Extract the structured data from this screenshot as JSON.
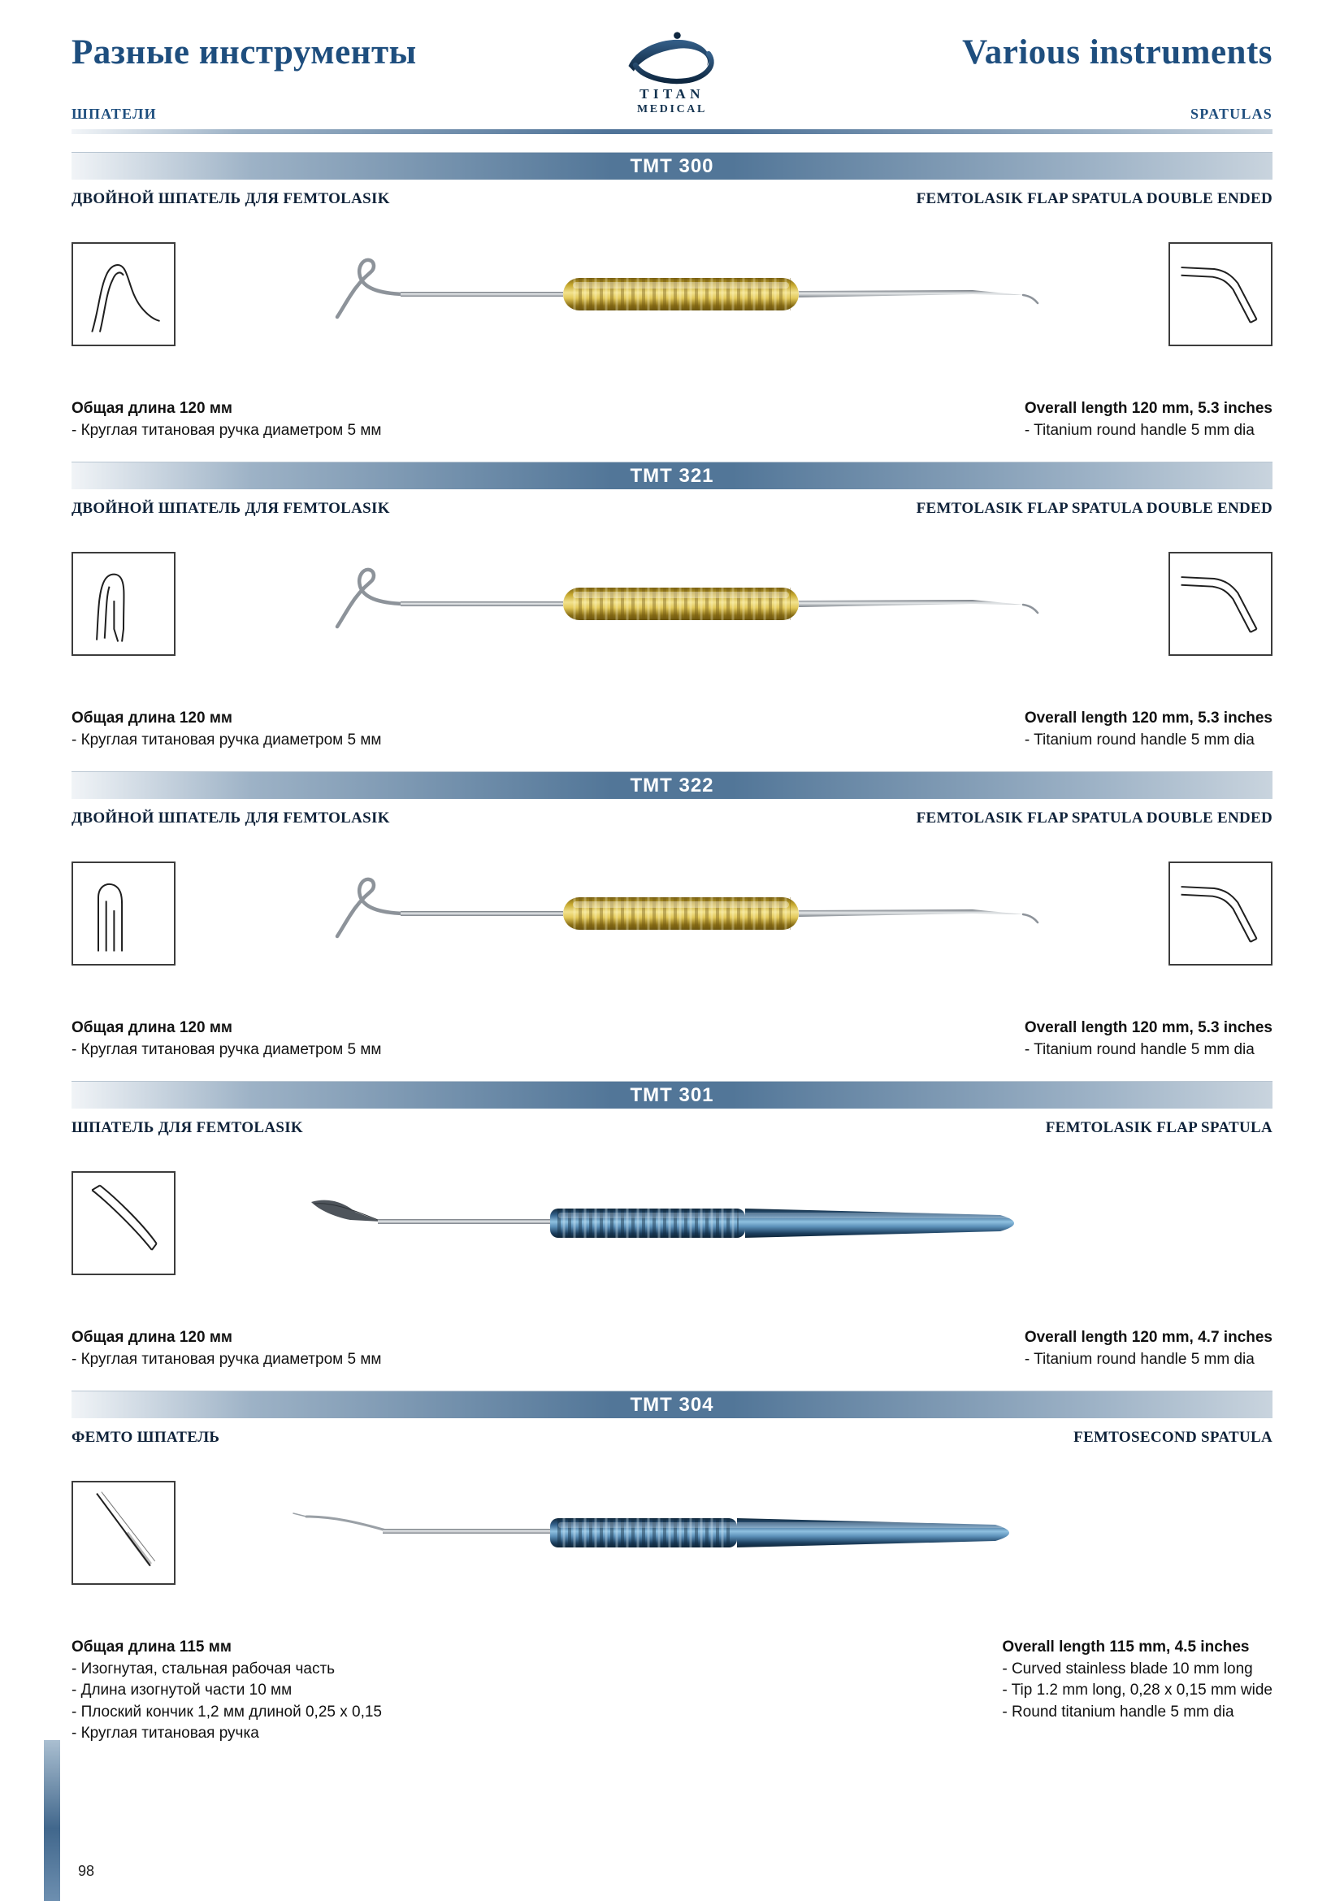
{
  "page": {
    "title_ru": "Разные инструменты",
    "title_en": "Various instruments",
    "subtitle_ru": "ШПАТЕЛИ",
    "subtitle_en": "SPATULAS",
    "page_number": "98",
    "logo": {
      "brand_line1": "TITAN",
      "brand_line2": "MEDICAL"
    }
  },
  "colors": {
    "accent_navy": "#1e4e7e",
    "banner_center": "#527698",
    "gold_handle": "#d9bd4e",
    "titanium_blue_handle": "#3a6d96"
  },
  "products": [
    {
      "code": "TMT 300",
      "name_ru": "ДВОЙНОЙ ШПАТЕЛЬ ДЛЯ FEMTOLASIK",
      "name_en": "FEMTOLASIK FLAP SPATULA DOUBLE ENDED",
      "instrument_style": "gold-ribbed-double-ended",
      "specs_ru": {
        "headline": "Общая длина 120 мм",
        "lines": [
          "- Круглая  титановая ручка диаметром 5 мм"
        ]
      },
      "specs_en": {
        "headline": "Overall length 120 mm, 5.3 inches",
        "lines": [
          "- Titanium round handle 5 mm dia"
        ]
      }
    },
    {
      "code": "TMT 321",
      "name_ru": "ДВОЙНОЙ ШПАТЕЛЬ ДЛЯ FEMTOLASIK",
      "name_en": "FEMTOLASIK FLAP SPATULA DOUBLE ENDED",
      "instrument_style": "gold-ribbed-double-ended",
      "specs_ru": {
        "headline": "Общая длина 120 мм",
        "lines": [
          "- Круглая  титановая ручка диаметром 5 мм"
        ]
      },
      "specs_en": {
        "headline": "Overall length 120 mm, 5.3 inches",
        "lines": [
          "- Titanium round handle 5 mm dia"
        ]
      }
    },
    {
      "code": "TMT 322",
      "name_ru": "ДВОЙНОЙ ШПАТЕЛЬ ДЛЯ FEMTOLASIK",
      "name_en": "FEMTOLASIK FLAP SPATULA DOUBLE ENDED",
      "instrument_style": "gold-ribbed-double-ended",
      "specs_ru": {
        "headline": "Общая длина 120 мм",
        "lines": [
          "- Круглая  титановая ручка диаметром 5 мм"
        ]
      },
      "specs_en": {
        "headline": "Overall length 120 mm, 5.3 inches",
        "lines": [
          "- Titanium round handle 5 mm dia"
        ]
      }
    },
    {
      "code": "TMT 301",
      "name_ru": "ШПАТЕЛЬ ДЛЯ FEMTOLASIK",
      "name_en": "FEMTOLASIK FLAP SPATULA",
      "instrument_style": "titanium-blue-single-ended",
      "specs_ru": {
        "headline": "Общая длина 120 мм",
        "lines": [
          "- Круглая  титановая ручка диаметром 5 мм"
        ]
      },
      "specs_en": {
        "headline": "Overall length 120 mm, 4.7 inches",
        "lines": [
          "- Titanium round handle 5 mm dia"
        ]
      }
    },
    {
      "code": "TMT 304",
      "name_ru": "ФЕМТО ШПАТЕЛЬ",
      "name_en": "FEMTOSECOND SPATULA",
      "instrument_style": "titanium-blue-single-ended-fine-tip",
      "specs_ru": {
        "headline": "Общая длина 115 мм",
        "lines": [
          "- Изогнутая, стальная рабочая часть",
          "- Длина изогнутой части 10 мм",
          "- Плоский кончик 1,2 мм длиной 0,25 х 0,15",
          "- Круглая титановая ручка"
        ]
      },
      "specs_en": {
        "headline": "Overall length 115 mm, 4.5 inches",
        "lines": [
          "- Curved stainless blade 10 mm long",
          "- Tip 1.2 mm long,  0,28 x 0,15 mm wide",
          "- Round titanium handle 5 mm dia"
        ]
      }
    }
  ]
}
